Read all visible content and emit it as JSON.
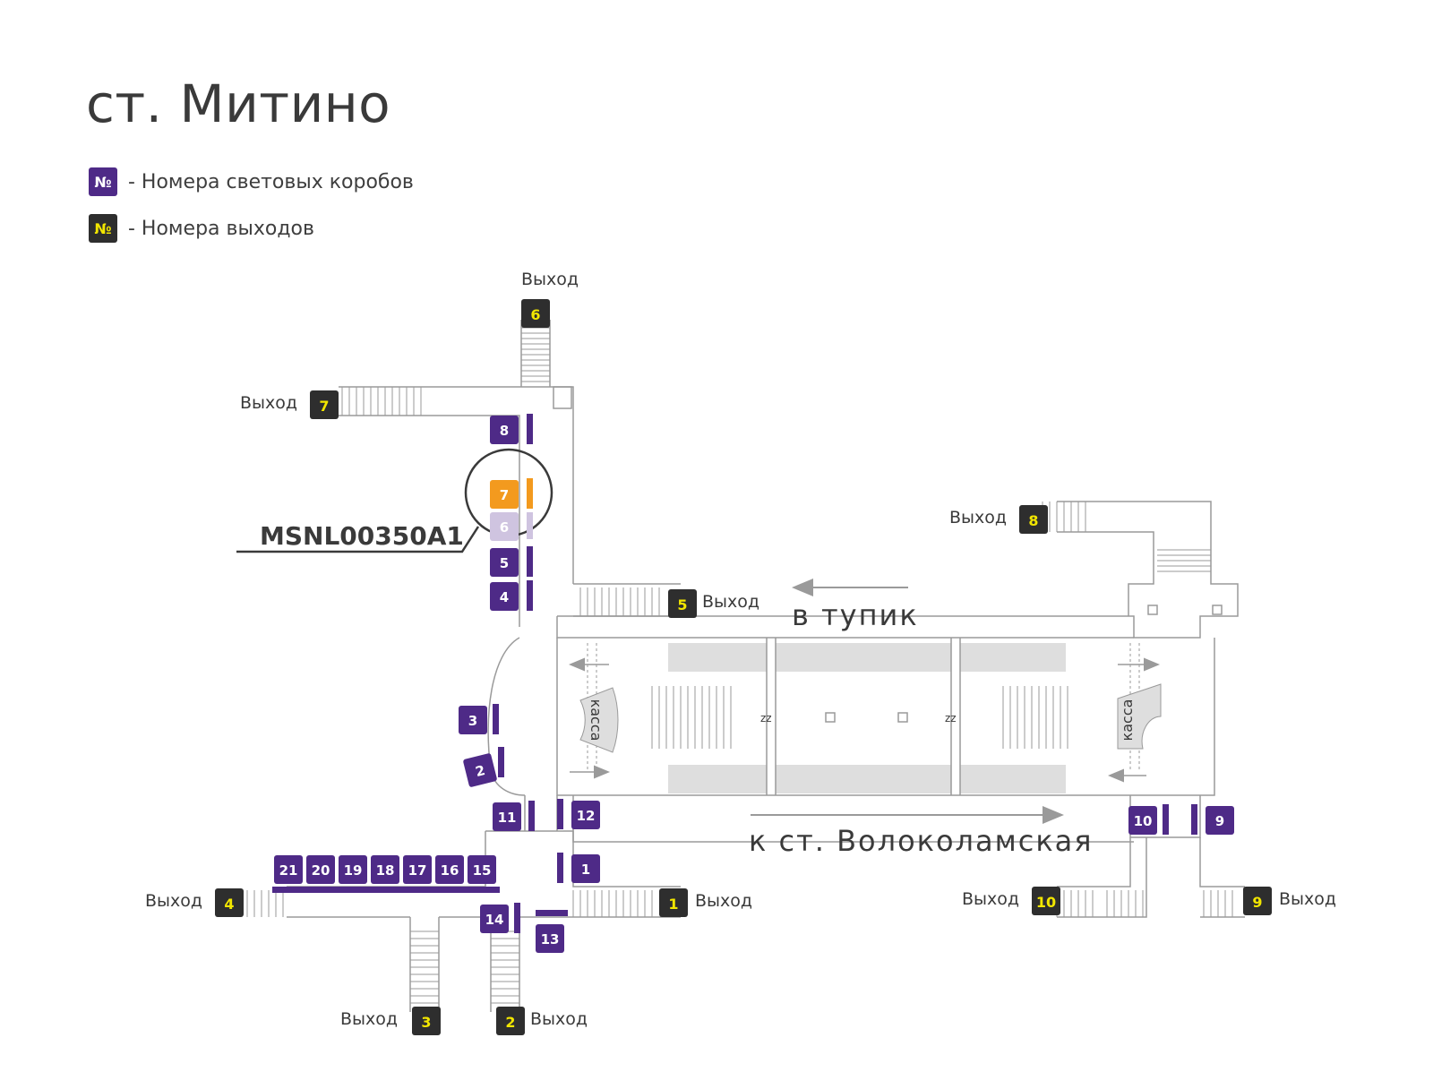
{
  "title": "ст. Митино",
  "legend": [
    {
      "symbol": "№",
      "text": "- Номера световых коробов",
      "kind": "box"
    },
    {
      "symbol": "№",
      "text": "- Номера выходов",
      "kind": "exit"
    }
  ],
  "colors": {
    "box_purple": "#4e2a87",
    "exit_dark": "#2e2e2e",
    "exit_number": "#f2e600",
    "highlight_orange": "#f39a1e",
    "faded_box": "#cfc4e0",
    "platform_gray": "#dedede",
    "lines": "#9a9a9a"
  },
  "exits": [
    {
      "number": "6",
      "label": "Выход"
    },
    {
      "number": "7",
      "label": "Выход"
    },
    {
      "number": "5",
      "label": "Выход"
    },
    {
      "number": "8",
      "label": "Выход"
    },
    {
      "number": "4",
      "label": "Выход"
    },
    {
      "number": "1",
      "label": "Выход"
    },
    {
      "number": "3",
      "label": "Выход"
    },
    {
      "number": "2",
      "label": "Выход"
    },
    {
      "number": "10",
      "label": "Выход"
    },
    {
      "number": "9",
      "label": "Выход"
    }
  ],
  "boxes": [
    "8",
    "7",
    "6",
    "5",
    "4",
    "3",
    "2",
    "11",
    "12",
    "1",
    "21",
    "20",
    "19",
    "18",
    "17",
    "16",
    "15",
    "14",
    "13",
    "10",
    "9"
  ],
  "highlighted_box": "7",
  "faded_box": "6",
  "callout_code": "MSNL00350A1",
  "ticket_office_label": "касса",
  "direction_dead_end": "в тупик",
  "direction_next": "к ст. Волоколамская",
  "zz_label": "zz"
}
